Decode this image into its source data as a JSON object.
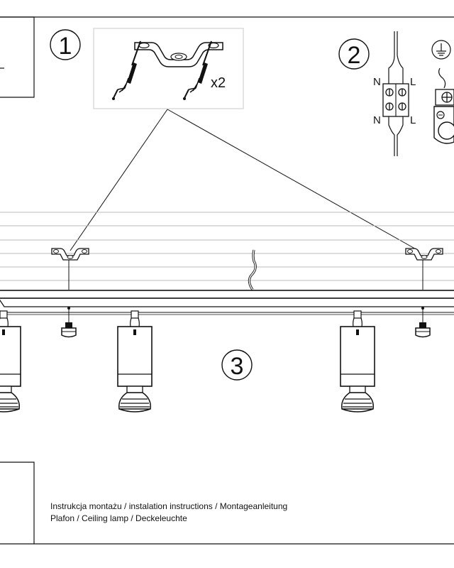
{
  "steps": {
    "step1": "1",
    "step2": "2",
    "step3": "3"
  },
  "step1_quantity": "x2",
  "wiring": {
    "neutral_top": "N",
    "live_top": "L",
    "neutral_bottom": "N",
    "live_bottom": "L"
  },
  "footer": {
    "line1": "Instrukcja montażu / instalation instructions / Montageanleitung",
    "line2": "Plafon / Ceiling lamp / Deckeleuchte"
  }
}
